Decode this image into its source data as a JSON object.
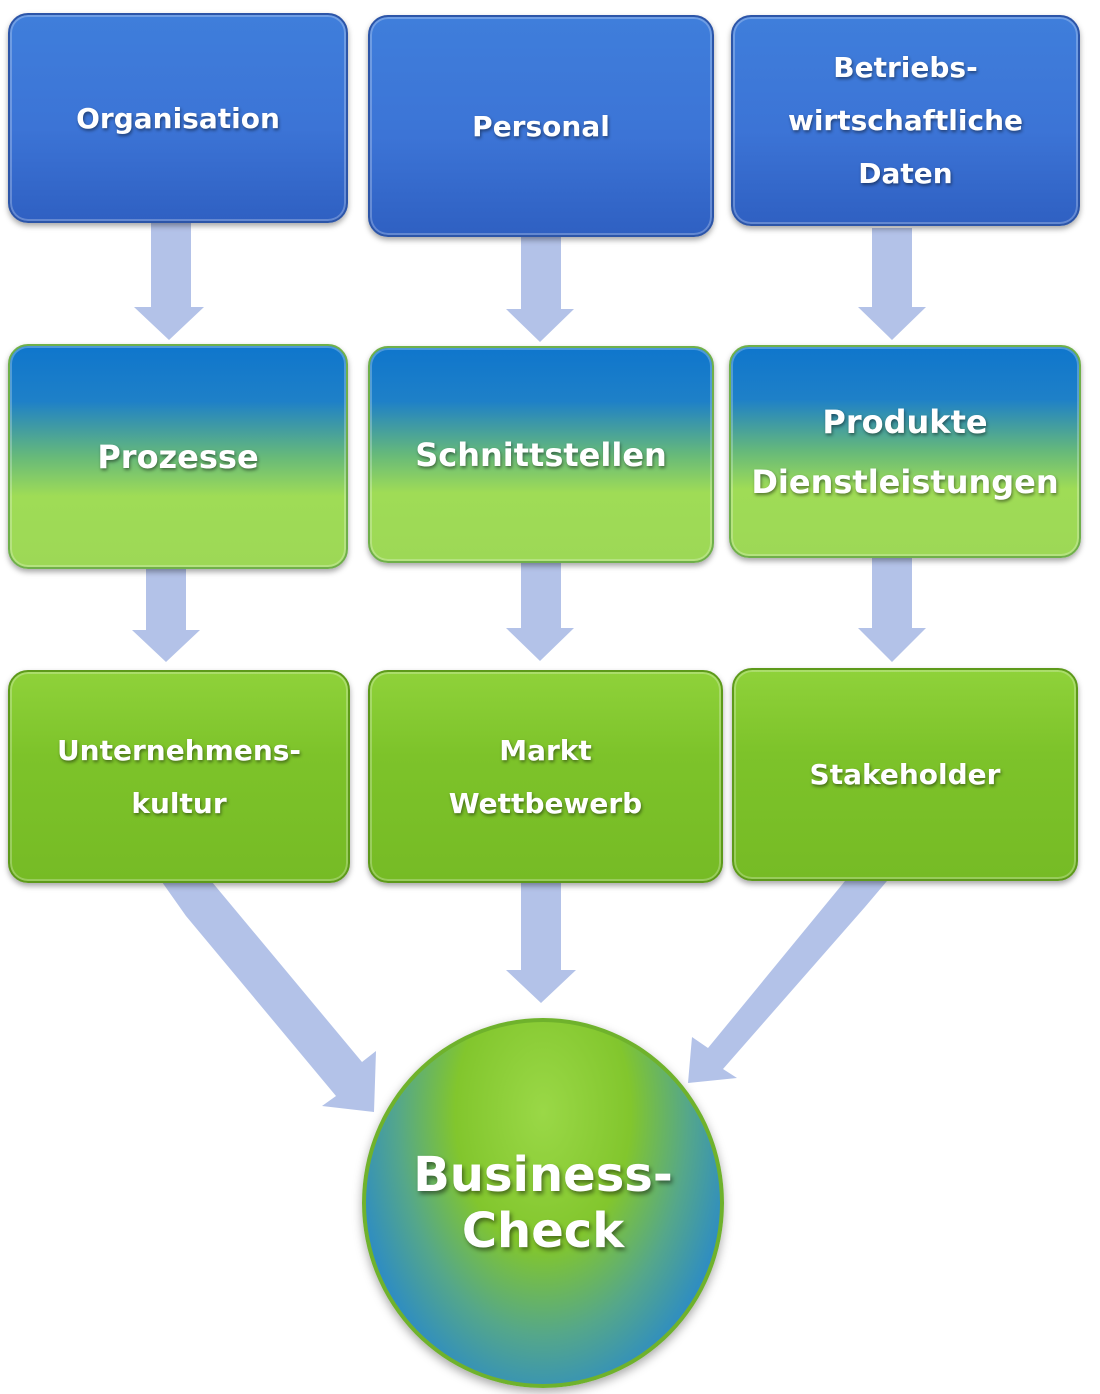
{
  "top_row": {
    "organisation": "Organisation",
    "personal": "Personal",
    "betriebswirtschaftliche_daten": "Betriebs-\nwirtschaftliche\nDaten"
  },
  "middle_row": {
    "prozesse": "Prozesse",
    "schnittstellen": "Schnittstellen",
    "produkte_dienstleistungen": "Produkte\nDienstleistungen"
  },
  "bottom_row": {
    "unternehmenskultur": "Unternehmens-\nkultur",
    "markt_wettbewerb": "Markt\nWettbewerb",
    "stakeholder": "Stakeholder"
  },
  "center": {
    "business_check": "Business-\nCheck"
  },
  "colors": {
    "blue_box": "#3c74d6",
    "green_box": "#7dc32a",
    "arrow": "#b3c2e8"
  }
}
